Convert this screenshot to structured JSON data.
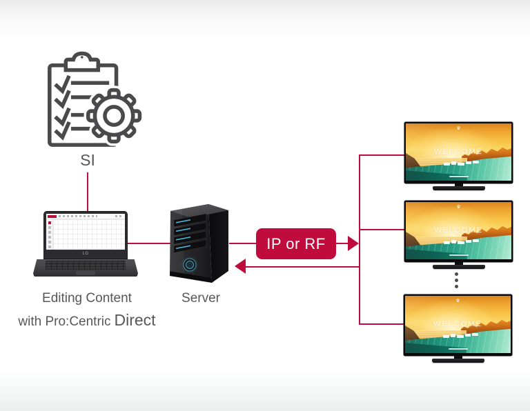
{
  "colors": {
    "accent_red": "#bf0c3d",
    "label_gray": "#56575a",
    "outline_gray": "#4a4a4c"
  },
  "si": {
    "label": "SI"
  },
  "editing": {
    "caption_line1": "Editing Content",
    "caption_line2_prefix": "with Pro:Centric",
    "caption_line2_emphasis": "Direct",
    "laptop_logo": "LG"
  },
  "server": {
    "label": "Server"
  },
  "link": {
    "badge_label": "IP or RF"
  },
  "tv": {
    "welcome_text": "WELCOME"
  },
  "icons": {
    "si_icon": "clipboard-checklist-gear",
    "resort_logo_glyph": "♛",
    "more_tvs_indicator": "vertical-ellipsis"
  }
}
